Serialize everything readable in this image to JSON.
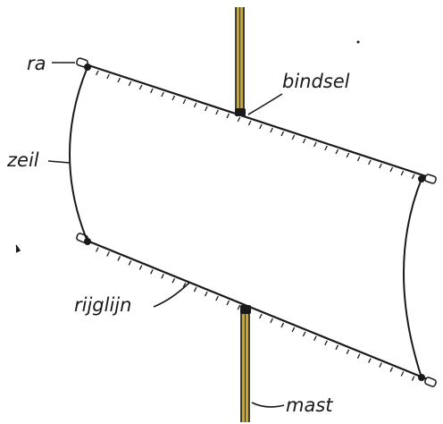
{
  "diagram": {
    "labels": {
      "ra": "ra",
      "bindsel": "bindsel",
      "zeil": "zeil",
      "rijglijn": "rijglijn",
      "mast": "mast"
    },
    "colors": {
      "ink": "#1a1a1a",
      "mast_fill": "#c9a530",
      "background": "#ffffff"
    }
  }
}
